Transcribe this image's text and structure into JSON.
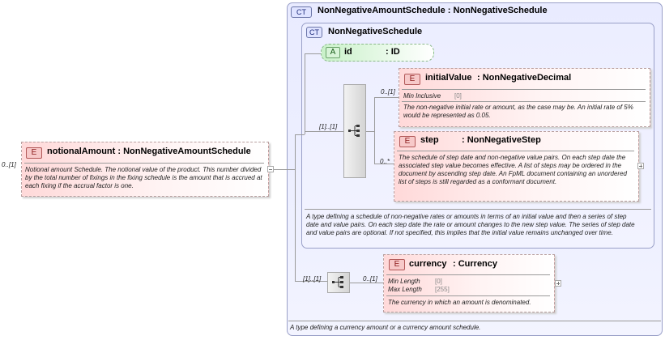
{
  "root_element": {
    "occurrence": "0..[1]",
    "badge": "E",
    "title": "notionalAmount : NonNegativeAmountSchedule",
    "note": "Notional amount Schedule. The notional value of the product. This number divided by the total number of fixings in the fixing schedule is the amount that is accrued at each fixing if the accrual factor is one."
  },
  "outer_type": {
    "badge": "CT",
    "title": "NonNegativeAmountSchedule : NonNegativeSchedule",
    "note": "A type defining a currency amount or a currency amount schedule."
  },
  "inner_type": {
    "badge": "CT",
    "title": "NonNegativeSchedule",
    "note": "A type defining a schedule of non-negative rates or amounts in terms of an initial value and then a series of step date and value pairs. On each step date the rate or amount changes to the new step value. The series of step date and value pairs are optional. If not specified, this implies that the initial value remains unchanged over time."
  },
  "attribute": {
    "badge": "A",
    "name": "id",
    "type": ": ID"
  },
  "sequence1": {
    "occurrence": "[1]..[1]"
  },
  "sequence2": {
    "occurrence": "[1]..[1]"
  },
  "initial_value": {
    "occurrence": "0..[1]",
    "badge": "E",
    "name": "initialValue",
    "type": ": NonNegativeDecimal",
    "facet_label": "Min Inclusive",
    "facet_value": "[0]",
    "note": "The non-negative initial rate or amount, as the case may be. An initial rate of 5% would be represented as 0.05."
  },
  "step": {
    "occurrence": "0..*",
    "badge": "E",
    "name": "step",
    "type": ": NonNegativeStep",
    "note": "The schedule of step date and non-negative value pairs. On each step date the associated step value becomes effective. A list of steps may be ordered in the document by ascending step date. An FpML document containing an unordered list of steps is still regarded as a conformant document."
  },
  "currency": {
    "occurrence": "0..[1]",
    "badge": "E",
    "name": "currency",
    "type": ": Currency",
    "facet1_label": "Min Length",
    "facet1_value": "[0]",
    "facet2_label": "Max Length",
    "facet2_value": "[255]",
    "note": "The currency in which an amount is denominated."
  }
}
